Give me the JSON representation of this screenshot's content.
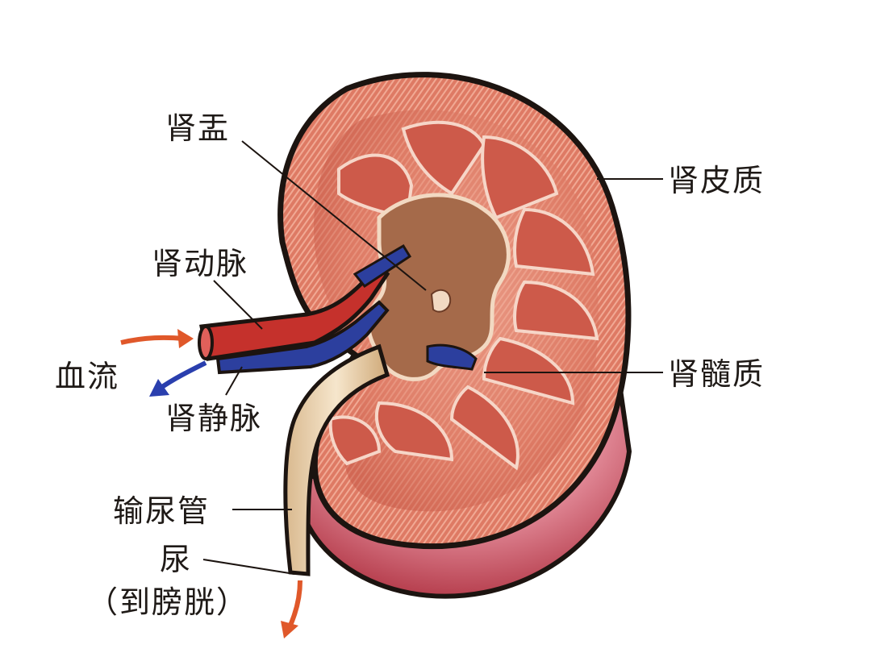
{
  "labels": {
    "renal_pelvis": "肾盂",
    "renal_cortex": "肾皮质",
    "renal_artery": "肾动脉",
    "blood_flow": "血流",
    "renal_vein": "肾静脉",
    "renal_medulla": "肾髓质",
    "ureter": "输尿管",
    "urine": "尿",
    "to_bladder": "（到膀胱）"
  },
  "colors": {
    "cortex": "#d9735e",
    "cortex_light": "#f0a58f",
    "medulla": "#c9584a",
    "pelvis": "#a56a4a",
    "capsule": "#b03a3a",
    "artery": "#c5312c",
    "vein": "#2c3f9e",
    "ureter": "#e9d2b0",
    "outline": "#1c1410",
    "flow_arrow_in": "#e0582a",
    "flow_arrow_out": "#2a3fae",
    "urine_arrow": "#e0582a"
  }
}
